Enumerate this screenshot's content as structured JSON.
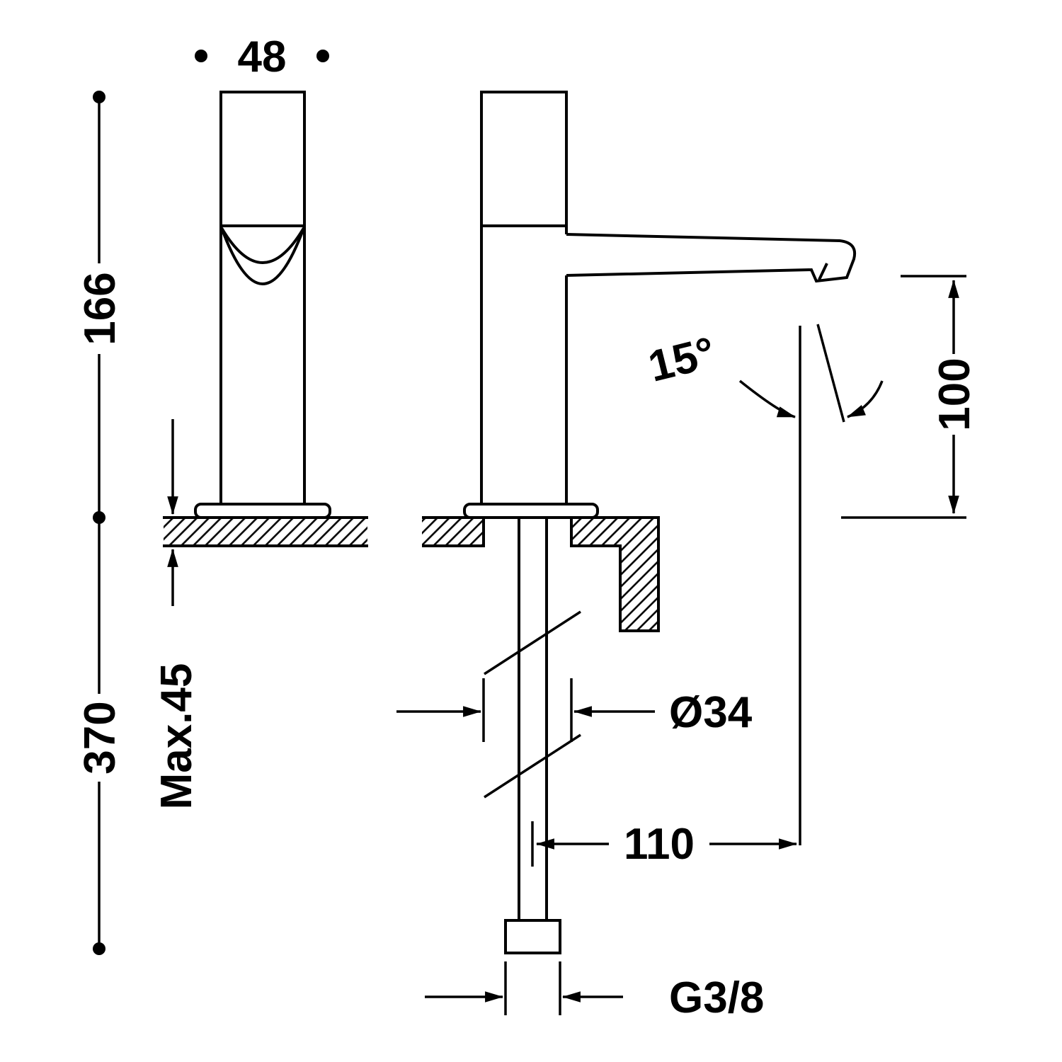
{
  "page": {
    "background": "#ffffff",
    "line_color": "#000000",
    "description": "Technical installation drawing of a deck-mounted basin tap: front view (left) and side section view (right) with dimension callouts"
  },
  "dimensions": {
    "body_width": "48",
    "body_height": "166",
    "total_height": "370",
    "max_deck_thickness": "Max.45",
    "spout_angle": "15°",
    "outlet_height": "100",
    "hole_diameter": "Ø34",
    "spout_reach": "110",
    "inlet_thread": "G3/8"
  }
}
